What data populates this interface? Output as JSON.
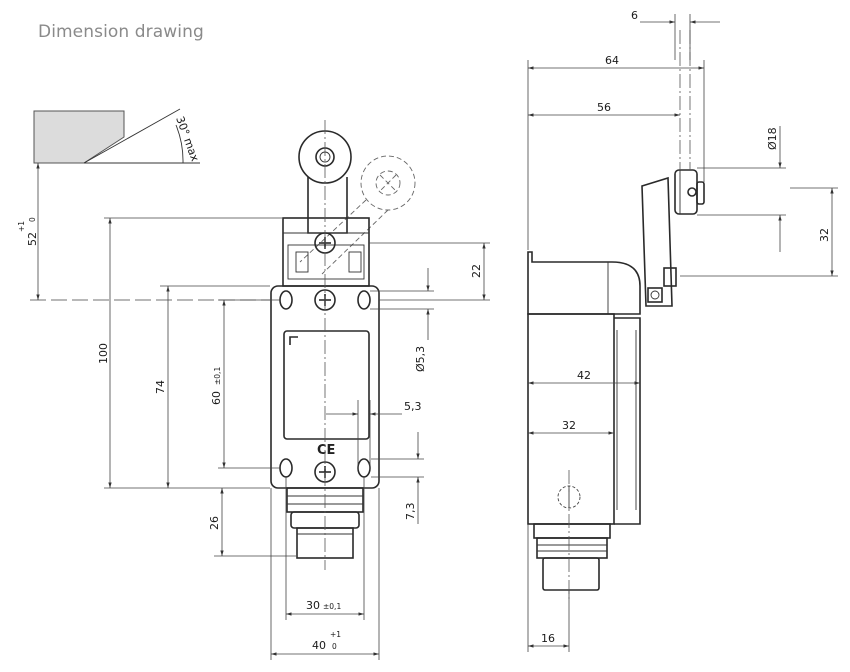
{
  "title": "Dimension drawing",
  "angle_label": "30° max",
  "front": {
    "dims": {
      "d52": "52",
      "d52_tol_up": "+1",
      "d52_tol_lo": "0",
      "d100": "100",
      "d74": "74",
      "d60": "60",
      "d60_tol": "±0,1",
      "d26": "26",
      "d22": "22",
      "d53dia": "Ø5,3",
      "d53": "5,3",
      "d73": "7,3",
      "d30": "30",
      "d30_tol": "±0,1",
      "d40": "40",
      "d40_tol_up": "+1",
      "d40_tol_lo": "0"
    },
    "marks": {
      "ce": "CE"
    }
  },
  "side": {
    "dims": {
      "d6": "6",
      "d64": "64",
      "d56": "56",
      "d18dia": "Ø18",
      "d32a": "32",
      "d42": "42",
      "d32b": "32",
      "d16": "16"
    }
  }
}
